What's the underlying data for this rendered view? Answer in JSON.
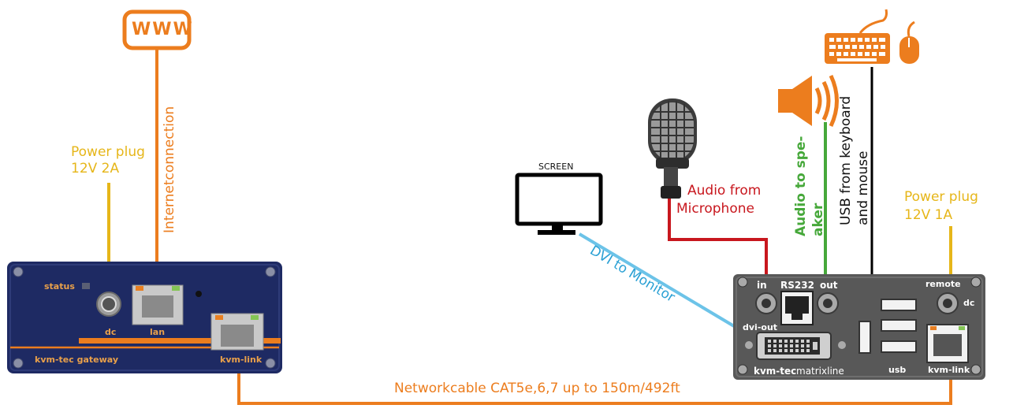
{
  "labels": {
    "www": "WWW",
    "internet": "Internetconnection",
    "power_left_1": "Power plug",
    "power_left_2": "12V 2A",
    "screen": "SCREEN",
    "dvi": "DVI to Monitor",
    "mic_1": "Audio from",
    "mic_2": "Microphone",
    "speaker_1": "Audio to spe-",
    "speaker_2": "aker",
    "usb_1": "USB from keyboard",
    "usb_2": "and mouse",
    "power_right_1": "Power plug",
    "power_right_2": "12V 1A",
    "network": "Networkcable CAT5e,6,7 up to 150m/492ft"
  },
  "gateway": {
    "status": "status",
    "dc": "dc",
    "lan": "lan",
    "kvm_link": "kvm-link",
    "name": "kvm-tec gateway"
  },
  "matrixline": {
    "in": "in",
    "rs232": "RS232",
    "out": "out",
    "remote": "remote",
    "dc": "dc",
    "dvi_out": "dvi-out",
    "name_bold": "kvm-tec",
    "name_rest": "matrixline",
    "usb": "usb",
    "kvm_link": "kvm-link"
  },
  "colors": {
    "orange": "#ec7d1e",
    "yellow": "#e6b619",
    "red": "#c8171e",
    "green": "#46a83a",
    "blue": "#6cc3e8",
    "black": "#000000",
    "device_blue": "#1e2a63",
    "device_grey": "#585858"
  },
  "icons": [
    "www-icon",
    "screen-icon",
    "microphone-icon",
    "speaker-icon",
    "keyboard-icon",
    "mouse-icon"
  ]
}
